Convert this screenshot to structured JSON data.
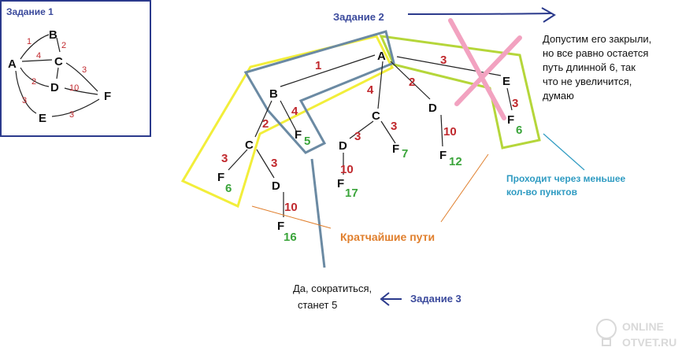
{
  "task1": {
    "title": "Задание 1",
    "nodes": [
      "A",
      "B",
      "C",
      "D",
      "E",
      "F"
    ],
    "weights": [
      "1",
      "2",
      "4",
      "3",
      "2",
      "10",
      "3",
      "3"
    ]
  },
  "task2": {
    "title": "Задание 2",
    "tree_nodes": {
      "a": "A",
      "b": "B",
      "c1": "C",
      "f1": "F",
      "d1": "D",
      "f2": "F",
      "f3": "F",
      "c2": "C",
      "d2": "D",
      "f4": "F",
      "f5": "F",
      "d3": "D",
      "f6": "F",
      "e": "E",
      "f7": "F"
    },
    "tree_weights": {
      "ab": "1",
      "bc": "2",
      "bf": "4",
      "c1f": "3",
      "c1d": "3",
      "d1f": "10",
      "ac": "4",
      "c2d": "3",
      "c2f": "3",
      "d2f": "10",
      "ad": "2",
      "d3f": "10",
      "ae": "3",
      "ef": "3"
    },
    "totals": {
      "f_b": "5",
      "f_c1": "6",
      "f_d1": "16",
      "f_c2": "7",
      "f_d2": "17",
      "f_d3": "12",
      "f_e": "6"
    },
    "note": [
      "Допустим его закрыли,",
      "но все равно остается",
      "путь длинной 6, так",
      "что не увеличится,",
      "думаю"
    ],
    "fewer_points": [
      "Проходит через меньшее",
      "кол-во пунктов"
    ],
    "shortest": "Кратчайшие пути"
  },
  "task3": {
    "title": "Задание 3",
    "answer": [
      "Да, сократиться,",
      "станет 5"
    ]
  },
  "watermark": {
    "line1": "ONLINE",
    "line2": "OTVET.RU"
  },
  "colors": {
    "frame": "#2b3a8c",
    "weight": "#c0282d",
    "total": "#3aa43a",
    "yellow": "#f2ee3a",
    "lime": "#b5d63a",
    "steel": "#6b8aa3",
    "cross": "#f2a2c0",
    "teal": "#2f9bc2",
    "orange": "#e07f2d"
  }
}
